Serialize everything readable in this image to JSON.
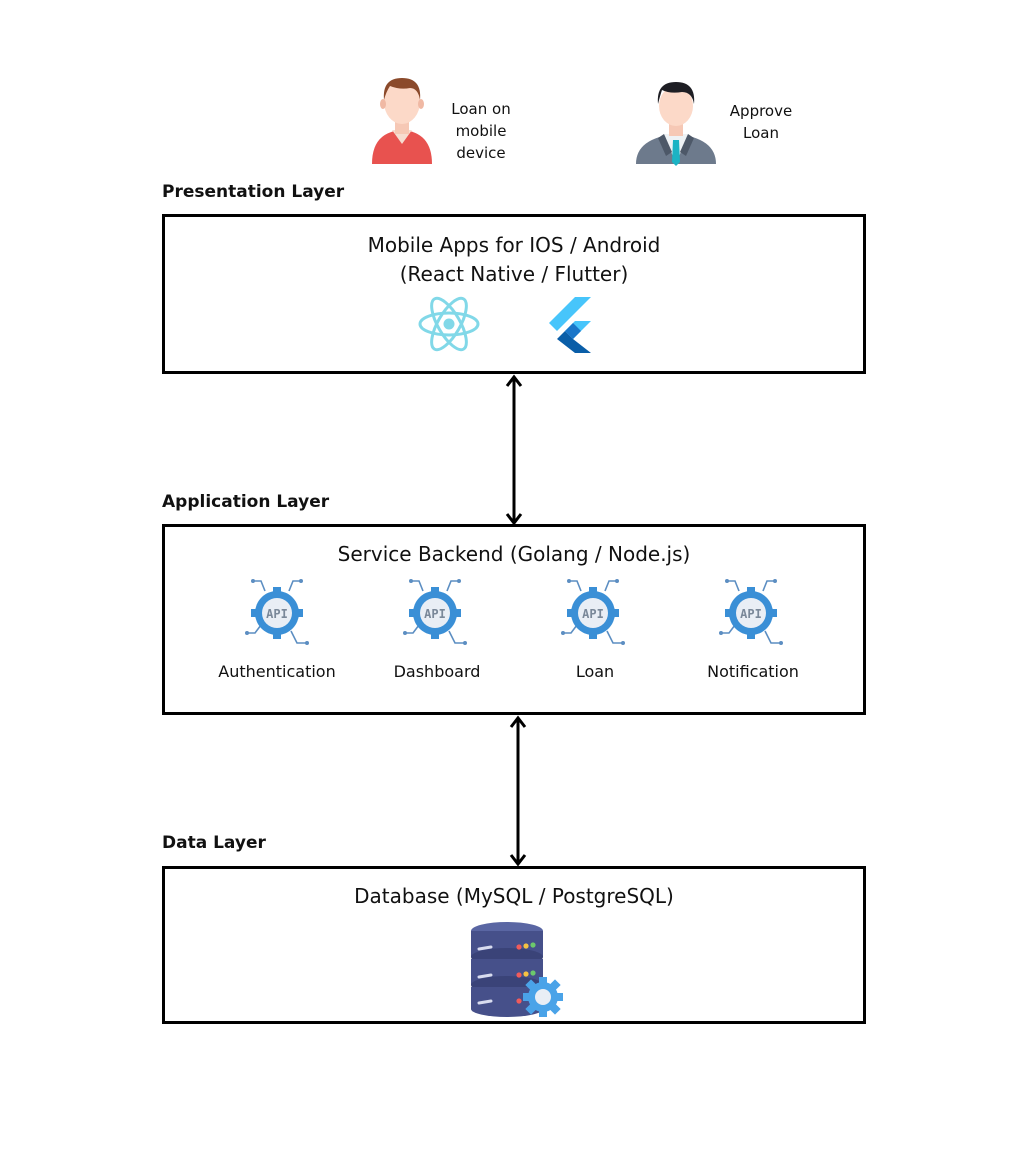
{
  "actors": [
    {
      "name": "customer",
      "label_lines": [
        "Loan on",
        "mobile",
        "device"
      ]
    },
    {
      "name": "admin",
      "label_lines": [
        "Approve",
        "Loan"
      ]
    }
  ],
  "layers": {
    "presentation": {
      "title": "Presentation Layer",
      "box_lines": [
        "Mobile Apps for IOS / Android",
        "(React Native / Flutter)"
      ],
      "icons": [
        "react-icon",
        "flutter-icon"
      ]
    },
    "application": {
      "title": "Application Layer",
      "box_title": "Service Backend (Golang / Node.js)",
      "services": [
        "Authentication",
        "Dashboard",
        "Loan",
        "Notification"
      ],
      "icon_text": "API"
    },
    "data": {
      "title": "Data Layer",
      "box_title": "Database (MySQL / PostgreSQL)",
      "icons": [
        "database-gear-icon"
      ]
    }
  },
  "connectors": [
    "presentation<->application",
    "application<->data"
  ],
  "colors": {
    "border": "#000000",
    "react": "#81d8e8",
    "flutter_light": "#47c5fb",
    "flutter_dark": "#0a5ea8",
    "api_blue": "#3a8fd6",
    "db_body": "#46508a",
    "customer_shirt": "#e8524f",
    "admin_suit": "#6d7a8c"
  }
}
